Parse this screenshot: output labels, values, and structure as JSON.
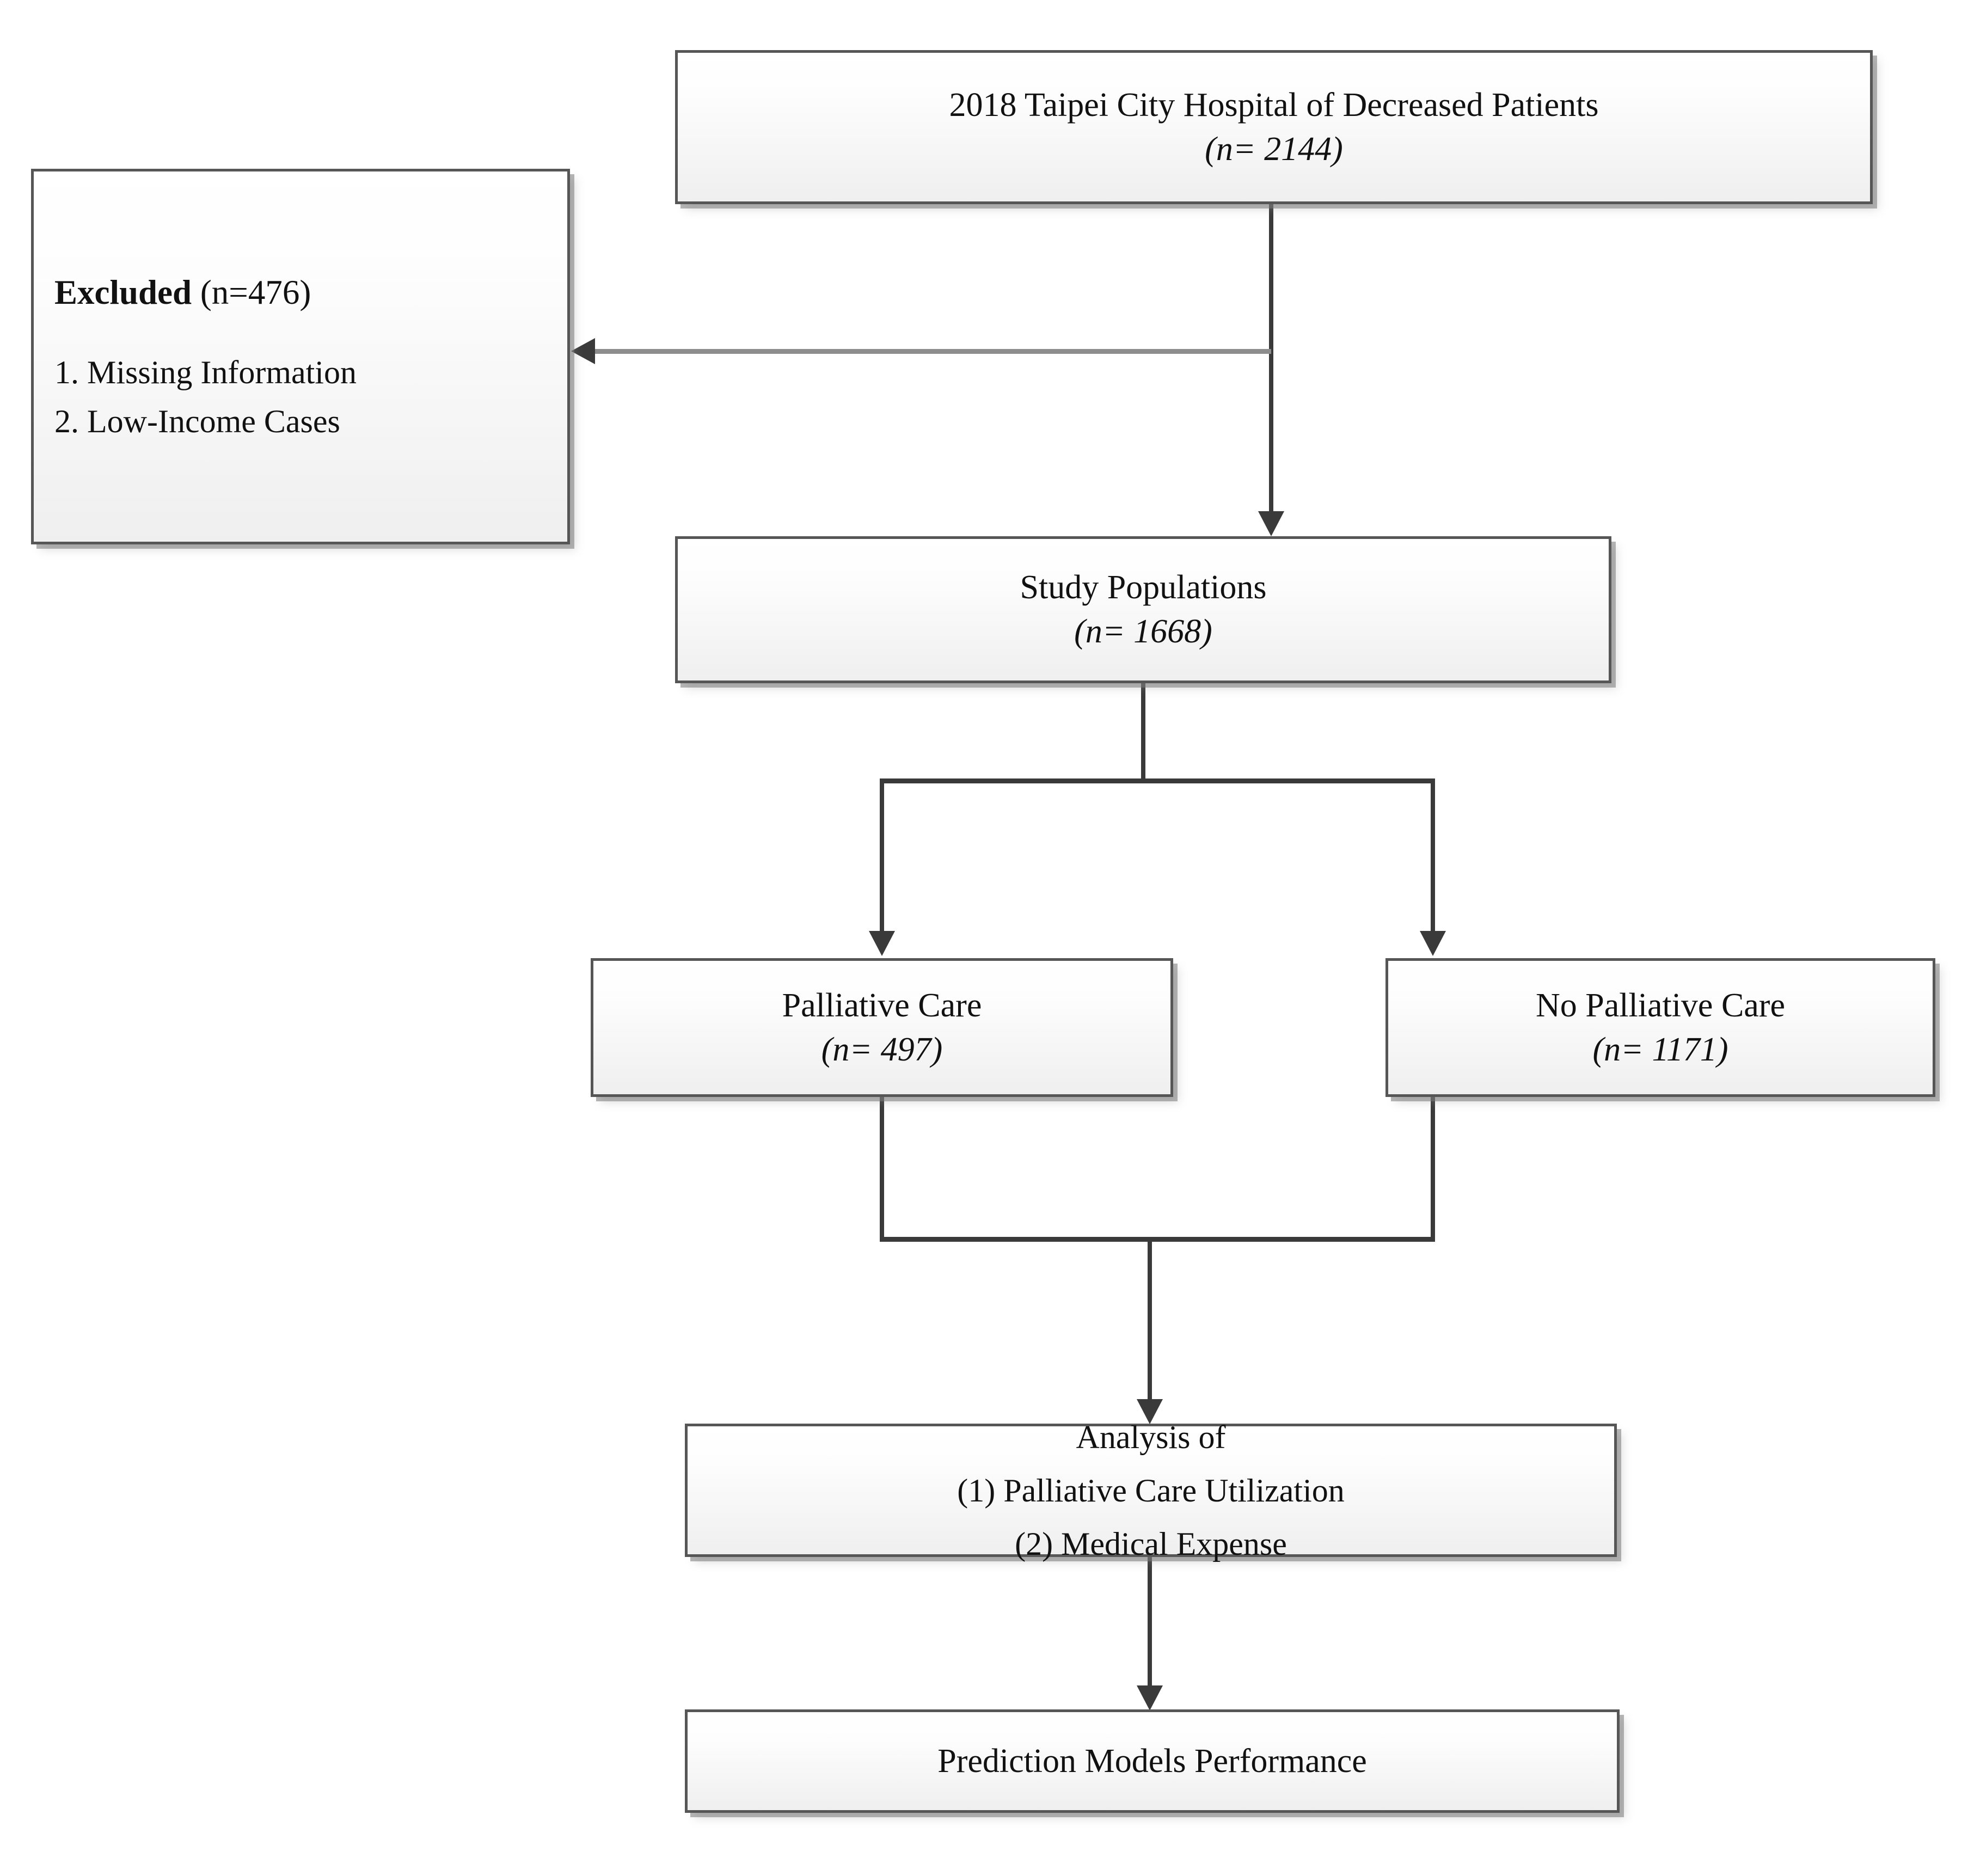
{
  "diagram": {
    "type": "flowchart",
    "title": "Study population selection flow diagram",
    "colors": {
      "box_border": "#565656",
      "box_fill_top": "#ffffff",
      "box_fill_bottom": "#efefef",
      "connector": "#3a3a3a",
      "connector_light": "#8d8d8d",
      "text": "#111111",
      "page_background": "#ffffff"
    }
  },
  "nodes": {
    "source": {
      "line1": "2018 Taipei City Hospital of Decreased Patients",
      "line2_prefix": "n",
      "line2_suffix": "= 2144)",
      "line2_open": "("
    },
    "excluded": {
      "title_bold": "Excluded",
      "title_rest": " (n=476)",
      "items": [
        "1. Missing Information",
        "2. Low-Income Cases"
      ]
    },
    "study_population": {
      "line1": "Study Populations",
      "line2_prefix": "n",
      "line2_suffix": "= 1668)",
      "line2_open": "("
    },
    "palliative_care": {
      "line1": "Palliative Care",
      "line2_prefix": "n",
      "line2_suffix": "= 497)",
      "line2_open": "("
    },
    "no_palliative_care": {
      "line1": "No Palliative Care",
      "line2_prefix": "n",
      "line2_suffix": "= 1171)",
      "line2_open": "("
    },
    "analysis": {
      "line1": "Analysis of",
      "line2": "(1) Palliative Care Utilization",
      "line3": "(2) Medical Expense"
    },
    "prediction": {
      "line1": "Prediction Models Performance"
    }
  }
}
